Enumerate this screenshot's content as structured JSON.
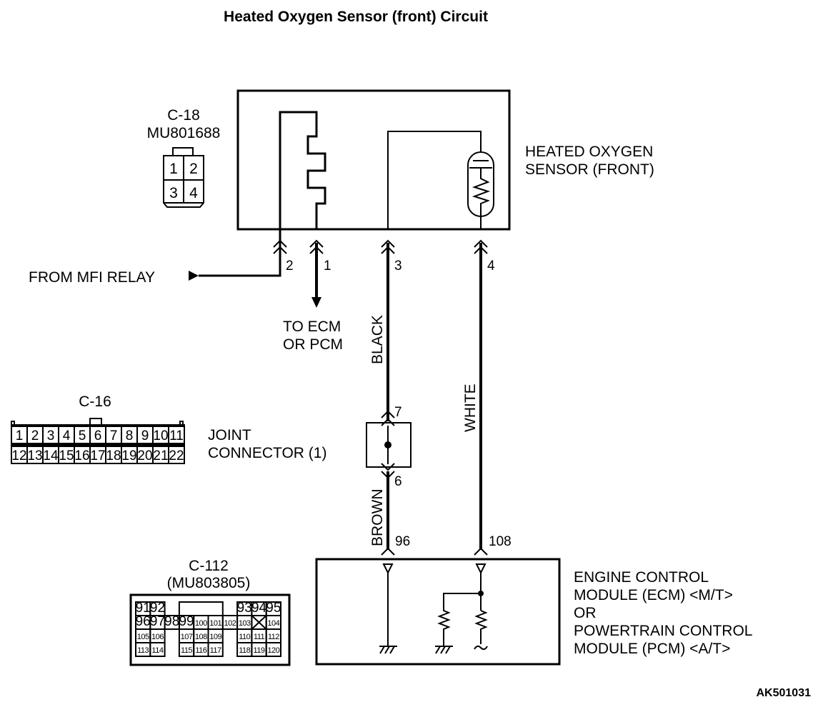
{
  "title": "Heated Oxygen Sensor (front) Circuit",
  "reference_code": "AK501031",
  "connectors": {
    "c18": {
      "name": "C-18",
      "part": "MU801688",
      "pins": [
        "1",
        "2",
        "3",
        "4"
      ]
    },
    "c16": {
      "name": "C-16",
      "pins_row1": [
        "1",
        "2",
        "3",
        "4",
        "5",
        "6",
        "7",
        "8",
        "9",
        "10",
        "11"
      ],
      "pins_row2": [
        "12",
        "13",
        "14",
        "15",
        "16",
        "17",
        "18",
        "19",
        "20",
        "21",
        "22"
      ]
    },
    "c112": {
      "name": "C-112",
      "part": "(MU803805)",
      "row1_left": [
        "91",
        "92"
      ],
      "row1_right": [
        "93",
        "94",
        "95"
      ],
      "row2": [
        "96",
        "97",
        "98",
        "99",
        "100",
        "101",
        "102",
        "103",
        "",
        "104"
      ],
      "row3_left": [
        "105",
        "106"
      ],
      "row3_mid": [
        "107",
        "108",
        "109"
      ],
      "row3_right": [
        "110",
        "111",
        "112"
      ],
      "row4_left": [
        "113",
        "114"
      ],
      "row4_mid": [
        "115",
        "116",
        "117"
      ],
      "row4_right": [
        "118",
        "119",
        "120"
      ]
    }
  },
  "components": {
    "sensor": {
      "line1": "HEATED OXYGEN",
      "line2": "SENSOR (FRONT)"
    },
    "joint": {
      "line1": "JOINT",
      "line2": "CONNECTOR (1)"
    },
    "ecm": {
      "line1": "ENGINE CONTROL",
      "line2": "MODULE (ECM) <M/T>",
      "line3": "OR",
      "line4": "POWERTRAIN CONTROL",
      "line5": "MODULE (PCM) <A/T>"
    }
  },
  "terminals": {
    "s2": "2",
    "s1": "1",
    "s3": "3",
    "s4": "4",
    "j7": "7",
    "j6": "6",
    "e96": "96",
    "e108": "108"
  },
  "labels": {
    "from_relay": "FROM MFI RELAY",
    "to_ecm_1": "TO ECM",
    "to_ecm_2": "OR PCM"
  },
  "wires": {
    "black": "BLACK",
    "white": "WHITE",
    "brown": "BROWN"
  }
}
